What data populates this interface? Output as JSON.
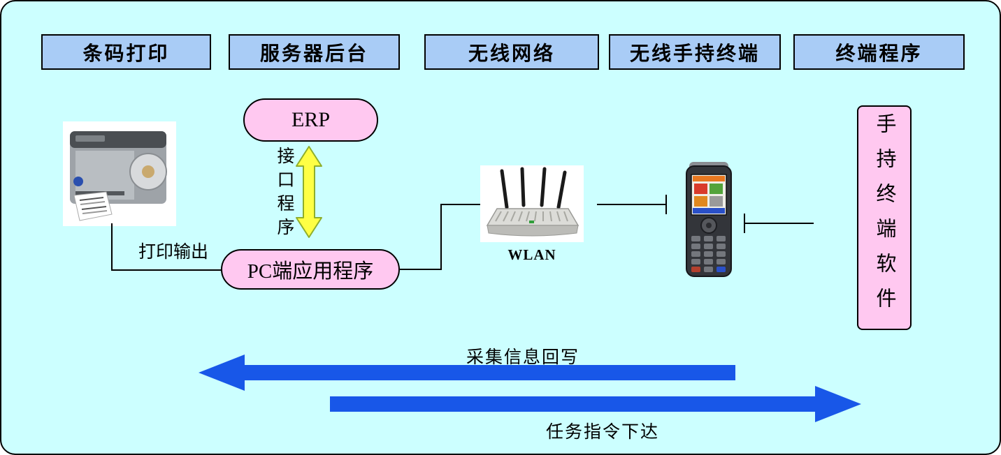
{
  "headers": [
    {
      "id": "barcode-printing",
      "label": "条码打印"
    },
    {
      "id": "server-backend",
      "label": "服务器后台"
    },
    {
      "id": "wireless-network",
      "label": "无线网络"
    },
    {
      "id": "wireless-handheld",
      "label": "无线手持终端"
    },
    {
      "id": "terminal-program",
      "label": "终端程序"
    }
  ],
  "nodes": {
    "erp": {
      "label": "ERP"
    },
    "interface_program": {
      "label": "接口程序"
    },
    "pc_app": {
      "label": "PC端应用程序"
    },
    "print_output": {
      "label": "打印输出"
    },
    "wlan": {
      "label": "WLAN"
    },
    "handheld_software": {
      "label": "手持终端软件"
    }
  },
  "flows": {
    "collect_writeback": {
      "label": "采集信息回写",
      "direction": "left"
    },
    "task_dispatch": {
      "label": "任务指令下达",
      "direction": "right"
    }
  },
  "icons": {
    "printer": "barcode-label-printer",
    "router": "wireless-access-point",
    "handheld": "handheld-terminal",
    "interface_arrow": "double-headed-vertical-arrow"
  },
  "colors": {
    "background": "#ccffff",
    "header_fill": "#a9ccf6",
    "pill_fill": "#ffc8f0",
    "arrow_blue": "#1857e8",
    "connector": "#000000",
    "yellow_arrow_fill": "#ffff44",
    "yellow_arrow_stroke": "#8fae2b"
  }
}
